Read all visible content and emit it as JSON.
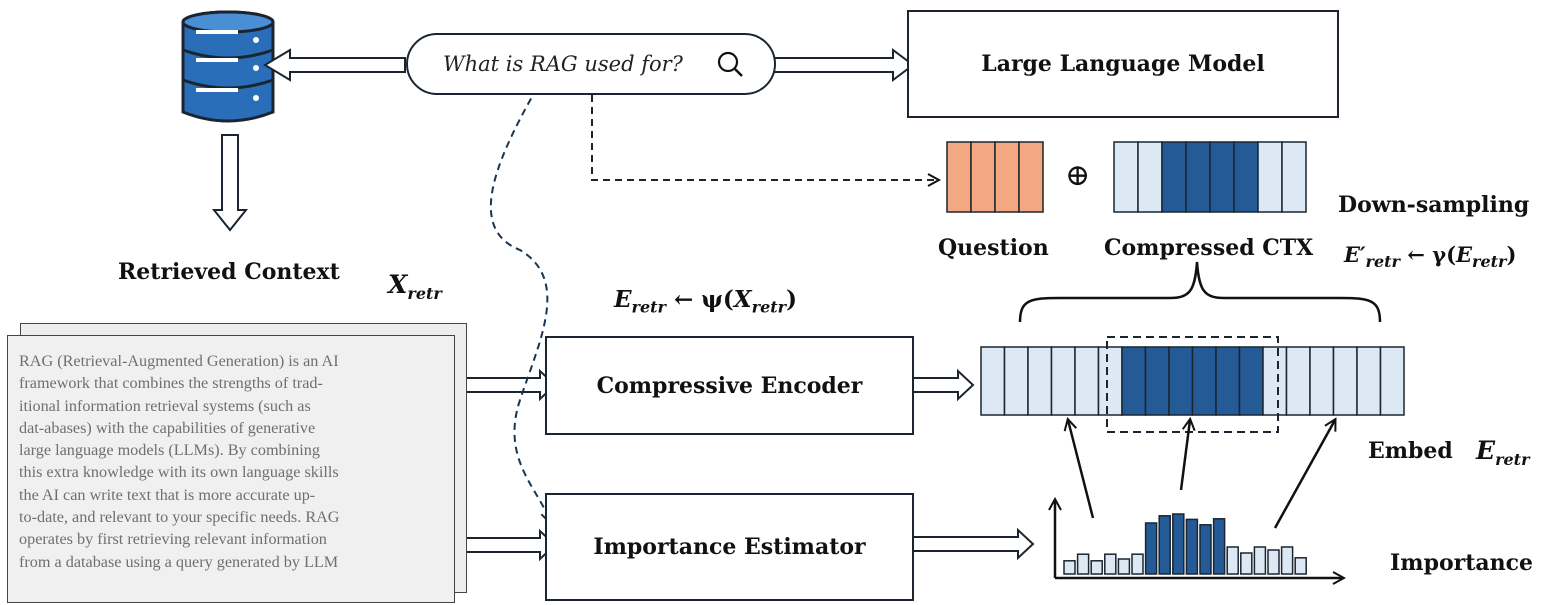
{
  "query": {
    "text": "What is RAG used for?",
    "icon": "search-icon"
  },
  "database": {
    "icon": "database-icon",
    "color": "#2a6db8"
  },
  "llm": {
    "label": "Large Language Model"
  },
  "labels": {
    "retrieved_context": "Retrieved Context",
    "question": "Question",
    "compressed_ctx": "Compressed CTX",
    "down_sampling": "Down-sampling",
    "embed": "Embed",
    "importance": "Importance",
    "oplus": "⊕"
  },
  "math": {
    "x_retr": {
      "base": "X",
      "sub": "retr"
    },
    "e_retr_psi": {
      "base": "E",
      "sub": "retr",
      "op": " ← ψ(",
      "arg_base": "X",
      "arg_sub": "retr",
      "close": ")"
    },
    "e_prime_gamma": {
      "base": "E′",
      "sub": "retr",
      "op": " ← γ(",
      "arg_base": "E",
      "arg_sub": "retr",
      "close": ")"
    },
    "embed_e": {
      "base": "E",
      "sub": "retr"
    }
  },
  "modules": {
    "encoder": "Compressive Encoder",
    "estimator": "Importance Estimator"
  },
  "document": {
    "lines": [
      "RAG (Retrieval-Augmented Generation) is an AI",
      "framework that combines the strengths of trad-",
      "itional information retrieval systems (such as",
      "dat-abases) with the capabilities of generative",
      "large language models (LLMs).  By combining",
      "this extra knowledge with its own language skills",
      "the AI can write text that is more accurate  up-",
      "to-date, and relevant to your specific needs. RAG",
      "operates by first retrieving relevant information",
      "from a database using a query generated by LLM"
    ]
  },
  "colors": {
    "dark_blue": "#245b97",
    "light_blue": "#dde8f5",
    "orange": "#f2a882",
    "outline": "#1a2530"
  },
  "question_tokens": 4,
  "compressed_tokens": [
    "light",
    "light",
    "dark",
    "dark",
    "dark",
    "dark",
    "light",
    "light"
  ],
  "embed_tokens": [
    "light",
    "light",
    "light",
    "light",
    "light",
    "light",
    "dark",
    "dark",
    "dark",
    "dark",
    "dark",
    "dark",
    "light",
    "light",
    "light",
    "light",
    "light",
    "light"
  ],
  "importance_bars": [
    0.22,
    0.33,
    0.22,
    0.33,
    0.25,
    0.33,
    0.85,
    0.97,
    1.0,
    0.91,
    0.82,
    0.92,
    0.45,
    0.35,
    0.45,
    0.4,
    0.45,
    0.27
  ],
  "importance_bar_kind": [
    "light",
    "light",
    "light",
    "light",
    "light",
    "light",
    "dark",
    "dark",
    "dark",
    "dark",
    "dark",
    "dark",
    "light",
    "light",
    "light",
    "light",
    "light",
    "light"
  ]
}
